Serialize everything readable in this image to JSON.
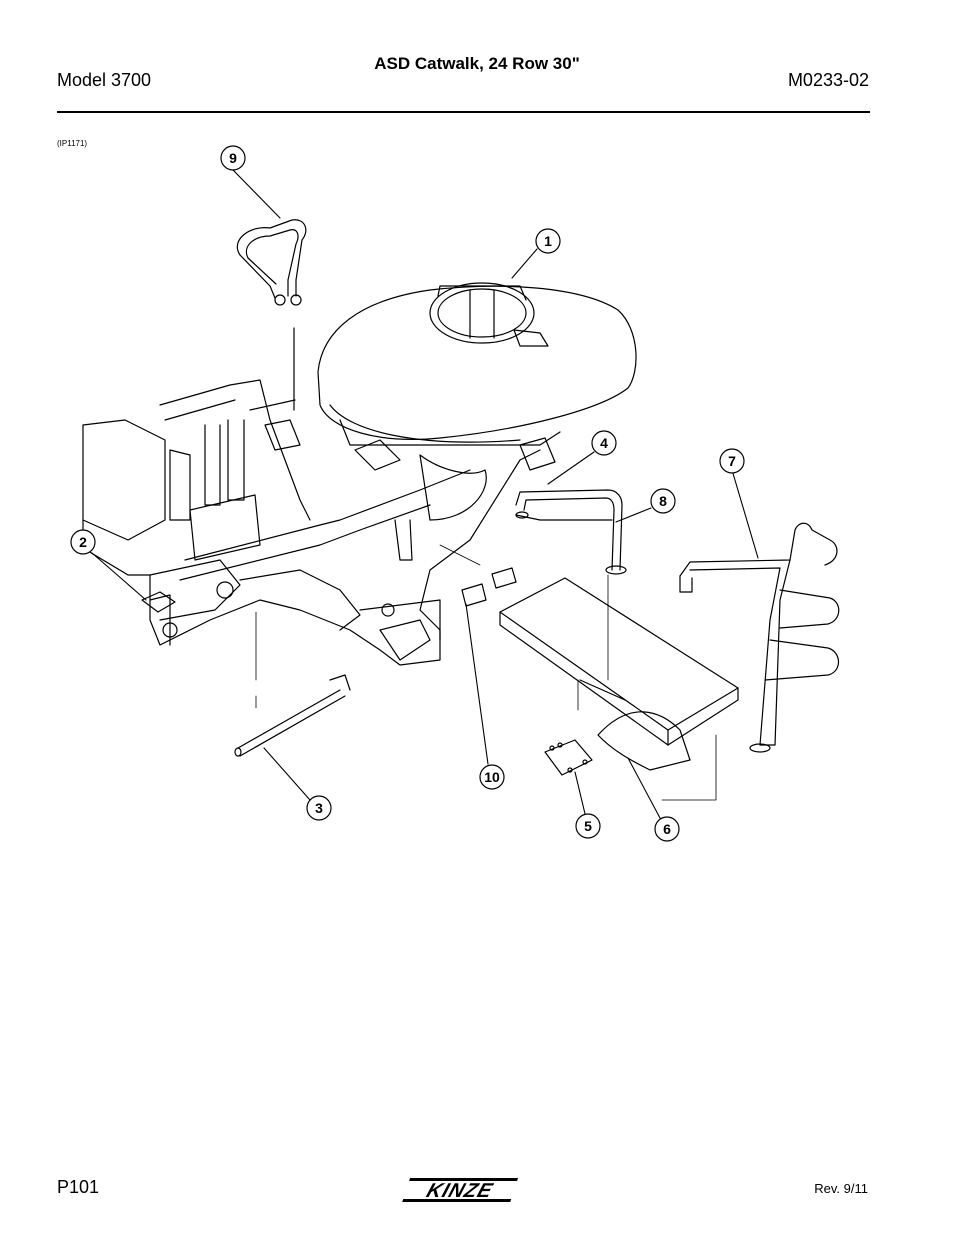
{
  "header": {
    "model": "Model 3700",
    "title": "ASD Catwalk, 24 Row 30\"",
    "doc_number": "M0233-02"
  },
  "figure": {
    "id": "(IP1171)",
    "callouts": [
      "1",
      "2",
      "3",
      "4",
      "5",
      "6",
      "7",
      "8",
      "9",
      "10"
    ]
  },
  "footer": {
    "page": "P101",
    "revision": "Rev. 9/11",
    "logo_text": "KINZE"
  }
}
